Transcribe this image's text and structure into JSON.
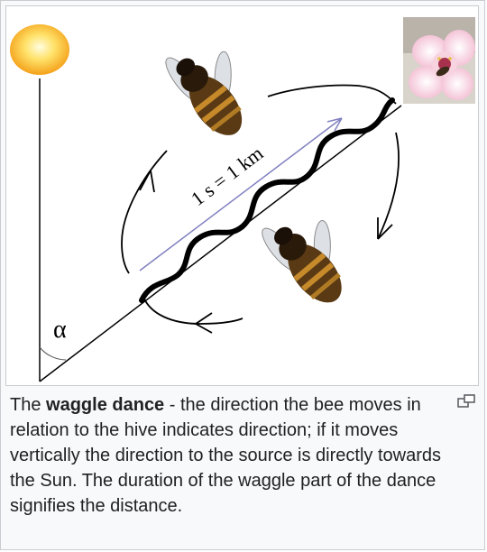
{
  "diagram": {
    "angle_symbol": "α",
    "waggle_label": "1 s = 1 km"
  },
  "caption": {
    "title": "waggle dance",
    "prefix": "The ",
    "body": " - the direction the bee moves in relation to the hive indicates direction; if it moves vertically the direction to the source is directly towards the Sun. The duration of the waggle part of the dance signifies the distance."
  },
  "icons": {
    "sun": "sun-icon",
    "flower": "flower-photo",
    "bee": "bee-icon",
    "enlarge": "enlarge-icon"
  },
  "colors": {
    "sun_core": "#fff6b0",
    "sun_edge": "#f6a21a",
    "waggle_line": "#8080c0",
    "path": "#000000",
    "flower_petal": "#f6c6d8"
  }
}
